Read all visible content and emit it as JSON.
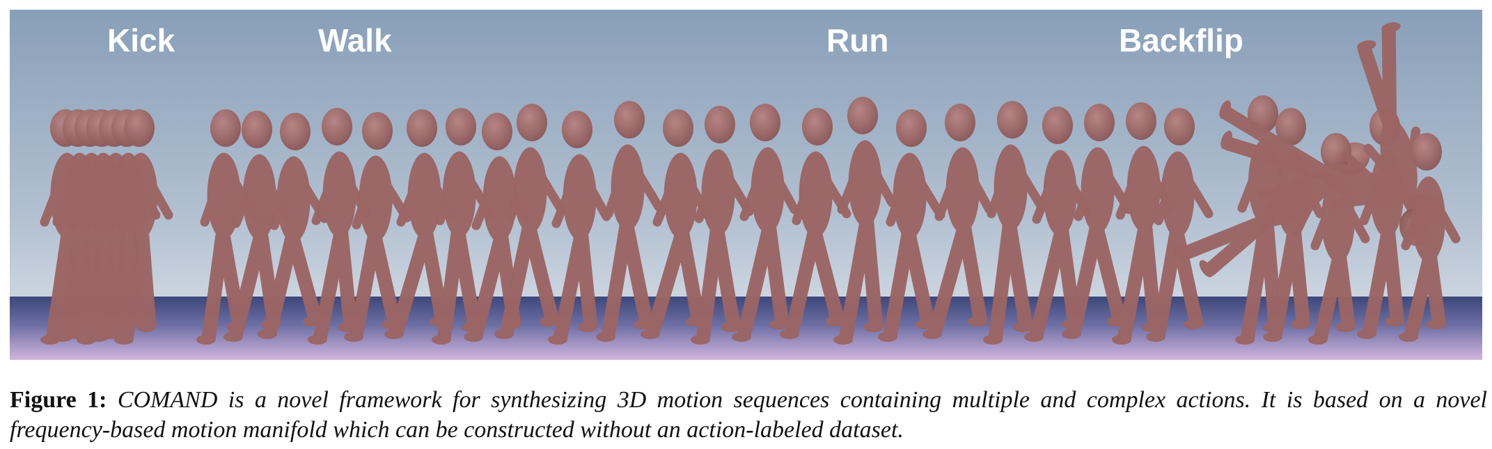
{
  "figure": {
    "labels": [
      "Kick",
      "Walk",
      "Run",
      "Backflip"
    ]
  },
  "caption": {
    "label": "Figure 1:",
    "text": "COMAND is a novel framework for synthesizing 3D motion sequences containing multiple and complex actions. It is based on a novel frequency-based motion manifold which can be constructed without an action-labeled dataset."
  },
  "colors": {
    "sky_top": "#8da3bb",
    "sky_bottom": "#c2cedb",
    "floor": "#4e5a8c",
    "floor_glow": "#c8a9d6",
    "mannequin": "#9b6564",
    "label": "#ffffff"
  }
}
